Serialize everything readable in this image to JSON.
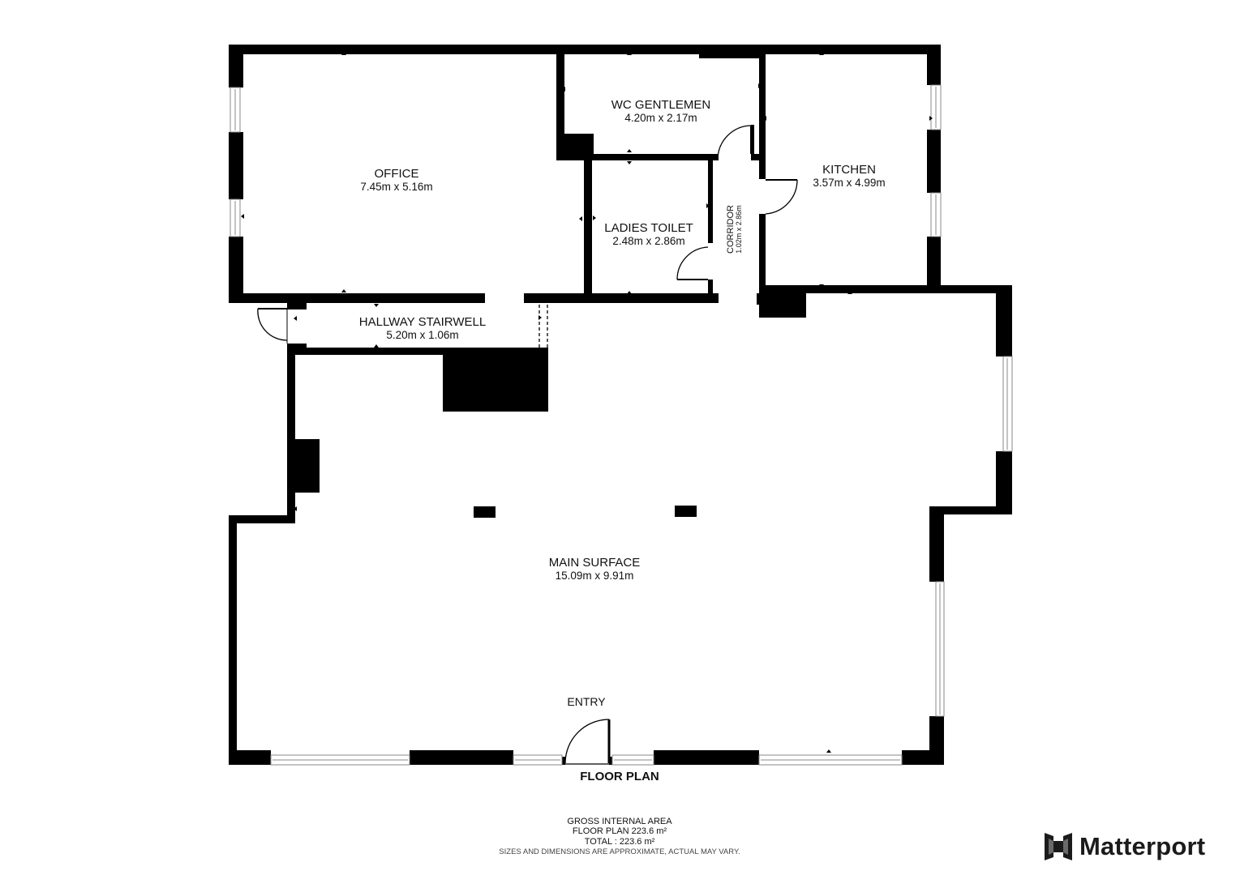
{
  "plan": {
    "title": "FLOOR PLAN",
    "rooms": [
      {
        "name": "OFFICE",
        "dims": "7.45m x 5.16m"
      },
      {
        "name": "WC GENTLEMEN",
        "dims": "4.20m x 2.17m"
      },
      {
        "name": "KITCHEN",
        "dims": "3.57m x 4.99m"
      },
      {
        "name": "LADIES TOILET",
        "dims": "2.48m x 2.86m"
      },
      {
        "name": "CORRIDOR",
        "dims": "1.02m x 2.86m"
      },
      {
        "name": "HALLWAY STAIRWELL",
        "dims": "5.20m x 1.06m"
      },
      {
        "name": "MAIN SURFACE",
        "dims": "15.09m x 9.91m"
      }
    ],
    "entry_label": "ENTRY"
  },
  "footer": {
    "line1": "GROSS INTERNAL AREA",
    "line2": "FLOOR PLAN 223.6 m²",
    "line3": "TOTAL :  223.6 m²",
    "disclaimer": "SIZES AND DIMENSIONS ARE APPROXIMATE, ACTUAL MAY VARY."
  },
  "brand": {
    "name": "Matterport",
    "icon": "matterport-logo-icon"
  },
  "colors": {
    "wall": "#000000",
    "background": "#ffffff",
    "window": "#9a9a9a"
  }
}
